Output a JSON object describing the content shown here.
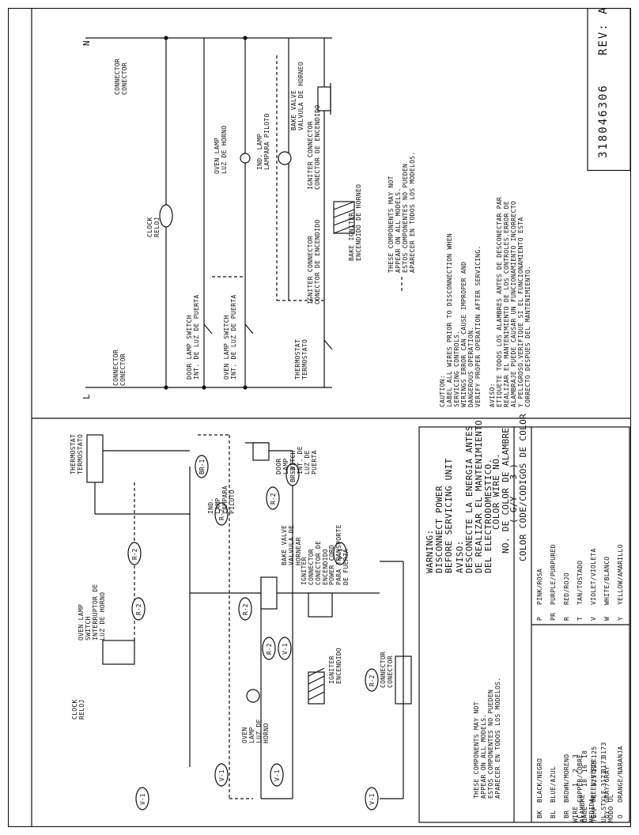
{
  "document": {
    "number": "318046306",
    "rev": "REV: A"
  },
  "schematic": {
    "n_label": "N",
    "l_label": "L",
    "connector_top": "CONNECTOR\nCONECTOR",
    "connector_bottom": "CONNECTOR\nCONECTOR",
    "clock": "CLOCK\nRELOJ",
    "oven_lamp": "OVEN LAMP\nLUZ DE HORNO",
    "ind_lamp": "IND. LAMP\nLAMPARA PILOTO",
    "bake_valve": "BAKE VALVE\nVALVULA DE HORNEO",
    "igniter_conn_1": "IGNITER CONNECTOR\nCONECTOR DE ENCENDIDO",
    "igniter_conn_2": "IGNITER CONNECTOR\nCONECTOR DE ENCENDIDO",
    "bake_igniter": "BAKE IGNITER\nENCENDIDO DE HORNEO",
    "door_lamp_switch": "DOOR LAMP SWITCH\nINT. DE LUZ DE PUERTA",
    "oven_lamp_switch": "OVEN LAMP SWITCH\nINT. DE LUZ DE PUERTA",
    "thermostat": "THERMOSTAT\nTERMOSTATO",
    "components_note": "THESE COMPONENTS MAY NOT\nAPPEAR ON ALL MODELS.\nESTOS COMPONENTES NO PUEDEN\nAPARECER EN TODOS LOS MODELOS."
  },
  "caution": {
    "text": "CAUTION:\nLABEL ALL WIRES PRIOR TO DISCONNECTION WHEN\nSERVICING CONTROLS.\nWIRINGS ERROR CAN CAUSE IMPROPER AND\nDANGEROUS OPERATION.\nVERIFY PROPER OPERATION AFTER SERVICING.",
    "aviso": "AVISO:\nETIQUETE TODOS LOS ALAMBRES ANTES DE DESCONECTAR PAR\nREALIZAR EL MANTENIMIENTO DE LOS CONTROLES.ERROR DE\nALAMBRAJE PUEDE CAUSAR UN FUNCIONAMIENTO INCORRECTO\nY PELIGROSO.VERIFIQUE SI EL FUNCIONAMIENTO ESTA\nCORRECTO DESPUES DEL MANTENIMIENTO."
  },
  "wiring": {
    "thermostat": "THERMOSTAT\nTERMOSTATO",
    "oven_lamp_switch": "OVEN LAMP\nSWITCH\nINTERRUPTOR DE\nLUZ DE HORNO",
    "ind_lamp": "IND.\nLAMP\nLAMPARA\nPILOTO",
    "door_switch": "DOOR\nLAMP\nSWITCH\nINT. DE\nLUZ DE\nPUERTA",
    "bake_valve": "BAKE VALVE\nVALVULA DE\nHORNEAR",
    "igniter_connector": "IGNITER\nCONNECTOR\nCONECTOR DE\nENCENDIDO",
    "power_cord": "POWER CORD\nPARA TRANSPORTE\nDE FUERZA",
    "igniter": "IGNITER\nENCENDIDO",
    "connector": "CONNECTOR\nCONECTOR",
    "clock": "CLOCK\nRELOJ",
    "oven_lamp": "OVEN\nLAMP\nLUZ DE\nHORNO",
    "components_note": "THESE COMPONENTS MAY NOT\nAPPEAR ON ALL MODELS.\nESTOS COMPONENTES NO PUEDEN\nAPARECER EN TODOS LOS MODELOS.",
    "wire_tags": [
      "BR-1",
      "BR-3",
      "R-2",
      "R-2",
      "R-2",
      "R-2",
      "R-2",
      "R-2",
      "R-2",
      "V-1",
      "V-1",
      "V-1",
      "V-1",
      "V-1",
      "V-1"
    ]
  },
  "warning": {
    "title": "WARNING:",
    "line1": "DISCONNECT POWER",
    "line2": "BEFORE SERVICING UNIT",
    "aviso": "AVISO:",
    "es1": "DESCONECTE LA ENERGIA ANTES",
    "es2": "DE REALIZAR EL MANTENIMIENTO",
    "es3": "DEL ELECTRODOMESTICO.",
    "color_wire": "COLOR WIRE NO.",
    "color_wire_es": "NO. DE COLOR DE ALAMBRE",
    "example": "( G/Y - 3 )"
  },
  "color_code": {
    "title": "COLOR CODE/CODIGOS DE COLOR",
    "left": [
      [
        "BK",
        "BLACK/NEGRO"
      ],
      [
        "BL",
        "BLUE/AZUL"
      ],
      [
        "BR",
        "BROWN/MORENO"
      ],
      [
        "C",
        "COPPER/COBRE"
      ],
      [
        "G",
        "GREEN/VERDE"
      ],
      [
        "GY",
        "GRAY/GRAY"
      ],
      [
        "O",
        "ORANGE/NARANJA"
      ]
    ],
    "right": [
      [
        "P",
        "PINK/ROSA"
      ],
      [
        "PR",
        "PURPLE/PURPURED"
      ],
      [
        "R",
        "RED/ROJO"
      ],
      [
        "T",
        "TAN/TOSTADO"
      ],
      [
        "V",
        "VIOLET/VIOLETA"
      ],
      [
        "W",
        "WHITE/BLANCO"
      ],
      [
        "Y",
        "YELLOW/AMARILLO"
      ]
    ]
  },
  "wire_table": {
    "headers": [
      "WIRE\nALAMBRE",
      "GAGE\nMEDIDA",
      "TEMP °C",
      "UL STYLE\nMODO UL"
    ],
    "rows": [
      [
        "1",
        "18",
        "125",
        "3173"
      ],
      [
        "2",
        "16",
        "125",
        "3173"
      ],
      [
        "3",
        "18",
        "125",
        "3173"
      ]
    ]
  }
}
